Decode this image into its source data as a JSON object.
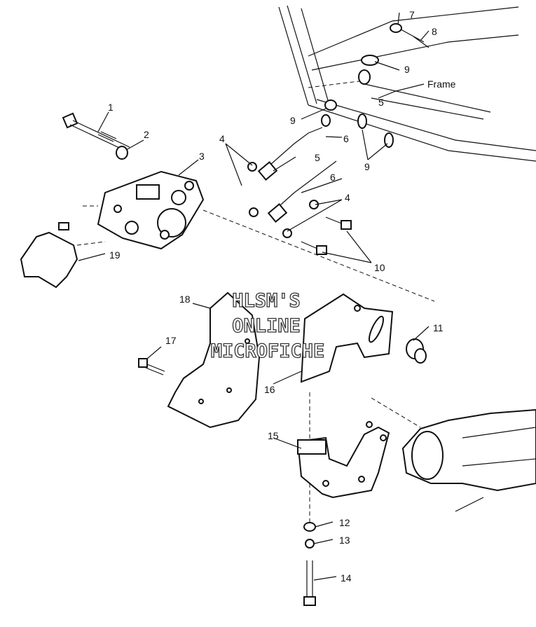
{
  "watermark": [
    "HLSM'S",
    "ONLINE",
    "MICROFICHE"
  ],
  "callouts": {
    "c1": "1",
    "c2": "2",
    "c3": "3",
    "c4a": "4",
    "c4b": "4",
    "c5a": "5",
    "c5b": "5",
    "c6a": "6",
    "c6b": "6",
    "c7": "7",
    "c8": "8",
    "c9a": "9",
    "c9b": "9",
    "c9c": "9",
    "c10": "10",
    "c11": "11",
    "c12": "12",
    "c13": "13",
    "c14": "14",
    "c15": "15",
    "c16": "16",
    "c17": "17",
    "c18": "18",
    "c19": "19",
    "frame": "Frame"
  }
}
